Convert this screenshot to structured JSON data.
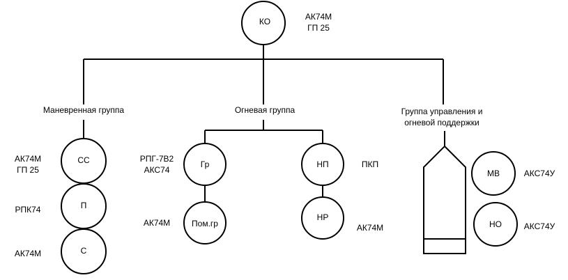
{
  "root": {
    "label": "КО",
    "weapons": [
      "АК74М",
      "ГП 25"
    ]
  },
  "groups": {
    "maneuver": {
      "title": "Маневренная группа",
      "nodes": [
        {
          "label": "СС",
          "weapons": [
            "АК74М",
            "ГП 25"
          ]
        },
        {
          "label": "П",
          "weapons": [
            "РПК74"
          ]
        },
        {
          "label": "С",
          "weapons": [
            "АК74М"
          ]
        }
      ]
    },
    "fire": {
      "title": "Огневая группа",
      "left_nodes": [
        {
          "label": "Гр",
          "weapons": [
            "РПГ-7В2",
            "АКС74"
          ]
        },
        {
          "label": "Пом.гр",
          "weapons": [
            "АК74М"
          ]
        }
      ],
      "right_nodes": [
        {
          "label": "НП",
          "weapons": [
            "ПКП"
          ]
        },
        {
          "label": "НР",
          "weapons": [
            "АК74М"
          ]
        }
      ]
    },
    "control": {
      "title_lines": [
        "Группа управления и",
        "огневой поддержки"
      ],
      "vehicle_icon": "armored-vehicle-icon",
      "nodes": [
        {
          "label": "МВ",
          "weapons": [
            "АКС74У"
          ]
        },
        {
          "label": "НО",
          "weapons": [
            "АКС74У"
          ]
        }
      ]
    }
  }
}
